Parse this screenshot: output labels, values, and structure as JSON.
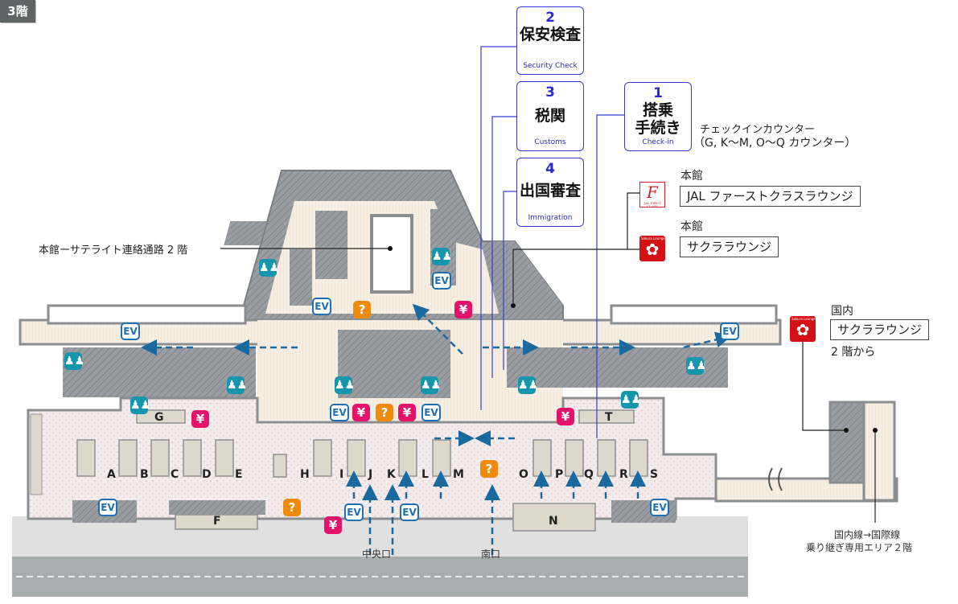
{
  "floor": {
    "label": "3階"
  },
  "steps": [
    {
      "num": "1",
      "jp": "搭乗\n手続き",
      "jp_line1": "搭乗",
      "jp_line2": "手続き",
      "en": "Check-in"
    },
    {
      "num": "2",
      "jp": "保安検査",
      "en": "Security Check"
    },
    {
      "num": "3",
      "jp": "税関",
      "en": "Customs"
    },
    {
      "num": "4",
      "jp": "出国審査",
      "en": "Immigration"
    }
  ],
  "checkin_note": {
    "line1": "チェックインカウンター",
    "line2": "（G, K～M, O～Q カウンター）"
  },
  "lounges": [
    {
      "building": "本館",
      "name": "JAL ファーストクラスラウンジ",
      "logo": "jal-first-class-logo",
      "logo_text": "F",
      "logo_sub": "JAL FIRST CLASS"
    },
    {
      "building": "本館",
      "name": "サクララウンジ",
      "logo": "sakura-lounge-logo",
      "logo_text": "✿",
      "logo_sub": "Sakura Lounge"
    },
    {
      "building": "国内",
      "name": "サクララウンジ",
      "note": "2 階から",
      "logo": "sakura-lounge-logo",
      "logo_text": "✿",
      "logo_sub": "Sakura Lounge"
    }
  ],
  "annotations": {
    "satellite": "本館ーサテライト連絡通路 2 階",
    "transfer_line1": "国内線→国際線",
    "transfer_line2": "乗り継ぎ専用エリア２階"
  },
  "entrances": {
    "central": "中央口",
    "south": "南口"
  },
  "counters": [
    "A",
    "B",
    "C",
    "D",
    "E",
    "F",
    "G",
    "H",
    "I",
    "J",
    "K",
    "L",
    "M",
    "N",
    "O",
    "P",
    "Q",
    "R",
    "S",
    "T"
  ],
  "icons": {
    "ev": "EV",
    "yen": "¥",
    "info": "?",
    "wc": "🚻"
  },
  "colors": {
    "step_border": "#3a3adc",
    "ev": "#1f6fb5",
    "restroom": "#1596ad",
    "currency_exchange": "#e5126b",
    "information": "#ef8a0b",
    "lounge_red": "#d21016",
    "route_arrow": "#1a6aa0"
  }
}
